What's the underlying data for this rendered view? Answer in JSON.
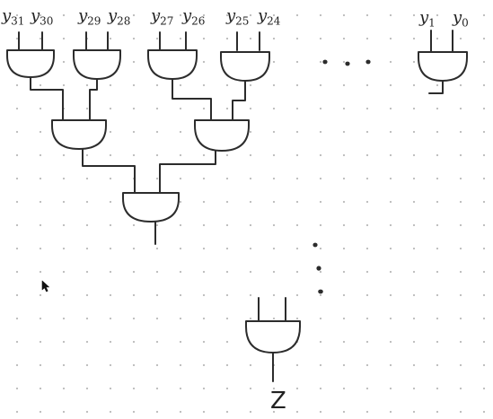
{
  "inputs": {
    "y31": {
      "base": "y",
      "sub": "31"
    },
    "y30": {
      "base": "y",
      "sub": "30"
    },
    "y29": {
      "base": "y",
      "sub": "29"
    },
    "y28": {
      "base": "y",
      "sub": "28"
    },
    "y27": {
      "base": "y",
      "sub": "27"
    },
    "y26": {
      "base": "y",
      "sub": "26"
    },
    "y25": {
      "base": "y",
      "sub": "25"
    },
    "y24": {
      "base": "y",
      "sub": "24"
    },
    "y1": {
      "base": "y",
      "sub": "1"
    },
    "y0": {
      "base": "y",
      "sub": "0"
    }
  },
  "output_label": "Z",
  "gate_type": "and",
  "colors": {
    "ink": "#2c2c2c",
    "background": "#ffffff",
    "grid_dot": "#b9b9b9"
  },
  "icons": {
    "cursor": "mouse-pointer-icon"
  }
}
